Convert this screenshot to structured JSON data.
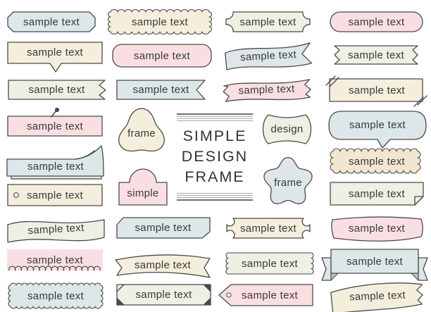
{
  "title": {
    "line1": "SIMPLE",
    "line2": "DESIGN",
    "line3": "FRAME"
  },
  "palette": {
    "blue": "#dde6e8",
    "cream": "#f4eedc",
    "pink": "#fadfe2",
    "green": "#edf0e3",
    "tan": "#f3e6d1",
    "paper_shadow": "#e6e9da",
    "ribbon_fold": "#b7c2c5",
    "outline": "#4a4a4a",
    "text": "#3a3a3a",
    "title_text": "#333333"
  },
  "frames": [
    {
      "name": "chamfered-rectangle",
      "label": "sample text",
      "color": "blue"
    },
    {
      "name": "scalloped-stamp",
      "label": "sample text",
      "color": "cream"
    },
    {
      "name": "ticket-corner-plaque",
      "label": "sample text",
      "color": "green"
    },
    {
      "name": "pill",
      "label": "sample text",
      "color": "pink"
    },
    {
      "name": "speech-box-tail",
      "label": "sample text",
      "color": "cream"
    },
    {
      "name": "rounded-rectangle",
      "label": "sample text",
      "color": "pink"
    },
    {
      "name": "wavy-banner-notched",
      "label": "sample text",
      "color": "blue"
    },
    {
      "name": "zigzag-end-ribbon",
      "label": "sample text",
      "color": "green"
    },
    {
      "name": "zigzag-right-rectangle",
      "label": "sample text",
      "color": "green"
    },
    {
      "name": "pennant-notch-rectangle",
      "label": "sample text",
      "color": "blue"
    },
    {
      "name": "wavy-zigzag-banner",
      "label": "sample text",
      "color": "pink"
    },
    {
      "name": "slash-corner-rectangle",
      "label": "sample text",
      "color": "cream"
    },
    {
      "name": "pinned-rectangle",
      "label": "sample text",
      "color": "pink"
    },
    {
      "name": "page-curl-sheet",
      "label": "sample text",
      "color": "blue"
    },
    {
      "name": "punched-hole-rectangle",
      "label": "sample text",
      "color": "cream"
    },
    {
      "name": "tri-lobe-blob",
      "label": "frame",
      "color": "cream"
    },
    {
      "name": "arch-top-label",
      "label": "simple",
      "color": "pink"
    },
    {
      "name": "ornate-label",
      "label": "design",
      "color": "green"
    },
    {
      "name": "flower-blob",
      "label": "frame",
      "color": "blue"
    },
    {
      "name": "speech-bubble",
      "label": "sample text",
      "color": "blue"
    },
    {
      "name": "wavy-stamp",
      "label": "sample text",
      "color": "tan"
    },
    {
      "name": "folded-corner-rectangle",
      "label": "sample text",
      "color": "green"
    },
    {
      "name": "wavy-rectangle",
      "label": "sample text",
      "color": "green"
    },
    {
      "name": "cut-corner-rectangle",
      "label": "sample text",
      "color": "blue"
    },
    {
      "name": "pinched-corner-plaque",
      "label": "sample text",
      "color": "cream"
    },
    {
      "name": "curved-banner",
      "label": "sample text",
      "color": "pink"
    },
    {
      "name": "curly-bottom-rectangle",
      "label": "sample text",
      "color": "pink"
    },
    {
      "name": "arched-ribbon-banner",
      "label": "sample text",
      "color": "cream"
    },
    {
      "name": "torn-tape",
      "label": "sample text",
      "color": "green"
    },
    {
      "name": "classic-ribbon",
      "label": "sample text",
      "color": "blue"
    },
    {
      "name": "scalloped-rectangle",
      "label": "sample text",
      "color": "blue"
    },
    {
      "name": "photo-corner-rectangle",
      "label": "sample text",
      "color": "green"
    },
    {
      "name": "tag",
      "label": "sample text",
      "color": "pink"
    },
    {
      "name": "wavy-flag",
      "label": "sample text",
      "color": "cream"
    }
  ]
}
